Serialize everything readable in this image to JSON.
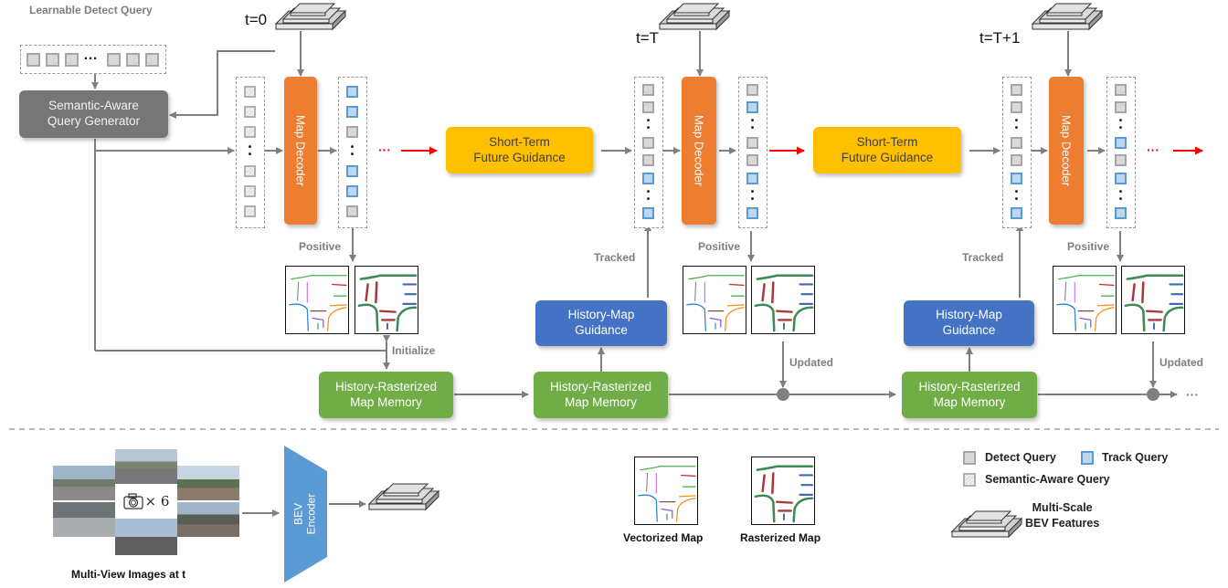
{
  "title": "Temporal online HD map construction pipeline",
  "learnable_query": {
    "label": "Learnable Detect Query",
    "ellipsis": "…"
  },
  "query_generator": {
    "label": "Semantic-Aware\nQuery Generator"
  },
  "timesteps": [
    {
      "label": "t=0"
    },
    {
      "label": "t=T"
    },
    {
      "label": "t=T+1"
    }
  ],
  "map_decoder": {
    "label": "Map Decoder"
  },
  "short_term_guidance": {
    "label": "Short-Term\nFuture Guidance"
  },
  "history_map_guidance": {
    "label": "History-Map\nGuidance"
  },
  "memory": {
    "label": "History-Rasterized\nMap Memory"
  },
  "edge_labels": {
    "positive": "Positive",
    "tracked": "Tracked",
    "initialize": "Initialize",
    "updated": "Updated",
    "ellipsis": "···"
  },
  "query_columns": {
    "t0_input": [
      "sem",
      "sem",
      "sem",
      "dots",
      "sem",
      "sem",
      "sem"
    ],
    "t0_output": [
      "track",
      "track",
      "detect",
      "dots",
      "track",
      "track",
      "detect"
    ],
    "tT_input": [
      "detect",
      "detect",
      "dots",
      "detect",
      "detect",
      "track",
      "dots",
      "track"
    ],
    "tT_output": [
      "detect",
      "track",
      "dots",
      "detect",
      "detect",
      "track",
      "dots",
      "track"
    ],
    "tT1_input": [
      "detect",
      "detect",
      "dots",
      "detect",
      "detect",
      "track",
      "dots",
      "track"
    ],
    "tT1_output": [
      "detect",
      "detect",
      "dots",
      "track",
      "detect",
      "track",
      "dots",
      "track"
    ]
  },
  "bottom": {
    "images_caption": "Multi-View Images at t",
    "camera_badge": "× 6",
    "bev_encoder": "BEV\nEncoder",
    "vectorized_map": "Vectorized Map",
    "rasterized_map": "Rasterized Map"
  },
  "legend": {
    "detect_query": "Detect Query",
    "track_query": "Track Query",
    "semantic_query": "Semantic-Aware Query",
    "bev_features": "Multi-Scale\nBEV Features"
  },
  "colors": {
    "decoder": "#ed7d31",
    "short_term": "#ffc000",
    "history_guidance": "#4472c4",
    "memory": "#70ad47",
    "generator": "#767676",
    "temporal_arrow": "#ff0000",
    "flow_arrow": "#7f7f7f"
  }
}
